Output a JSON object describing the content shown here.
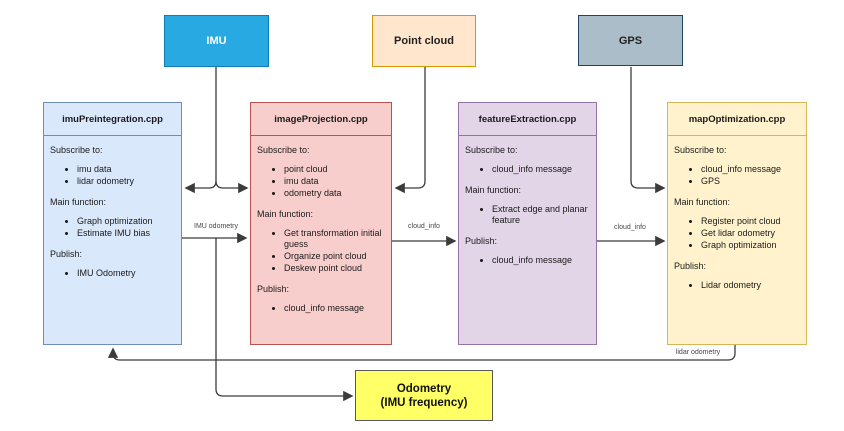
{
  "diagram": {
    "sources": [
      {
        "label": "IMU"
      },
      {
        "label": "Point cloud"
      },
      {
        "label": "GPS"
      }
    ],
    "modules": [
      {
        "title": "imuPreintegration.cpp",
        "sections": [
          {
            "label": "Subscribe to:",
            "items": [
              "imu data",
              "lidar odometry"
            ]
          },
          {
            "label": "Main function:",
            "items": [
              "Graph optimization",
              "Estimate IMU bias"
            ]
          },
          {
            "label": "Publish:",
            "items": [
              "IMU Odometry"
            ]
          }
        ]
      },
      {
        "title": "imageProjection.cpp",
        "sections": [
          {
            "label": "Subscribe to:",
            "items": [
              "point cloud",
              "imu data",
              "odometry data"
            ]
          },
          {
            "label": "Main function:",
            "items": [
              "Get transformation initial guess",
              "Organize point cloud",
              "Deskew point cloud"
            ]
          },
          {
            "label": "Publish:",
            "items": [
              "cloud_info message"
            ]
          }
        ]
      },
      {
        "title": "featureExtraction.cpp",
        "sections": [
          {
            "label": "Subscribe to:",
            "items": [
              "cloud_info message"
            ]
          },
          {
            "label": "Main function:",
            "items": [
              "Extract edge and planar feature"
            ]
          },
          {
            "label": "Publish:",
            "items": [
              "cloud_info message"
            ]
          }
        ]
      },
      {
        "title": "mapOptimization.cpp",
        "sections": [
          {
            "label": "Subscribe to:",
            "items": [
              "cloud_info message",
              "GPS"
            ]
          },
          {
            "label": "Main function:",
            "items": [
              "Register point cloud",
              "Get lidar odometry",
              "Graph optimization"
            ]
          },
          {
            "label": "Publish:",
            "items": [
              "Lidar odometry"
            ]
          }
        ]
      }
    ],
    "output_box": {
      "line1": "Odometry",
      "line2": "(IMU frequency)"
    },
    "edge_labels": {
      "imu_odometry": "IMU odometry",
      "cloud_info_1": "cloud_info",
      "cloud_info_2": "cloud_info",
      "lidar_odometry": "lidar odometry"
    },
    "colors": {
      "imu_fill": "#29a9e1",
      "imu_border": "#0f7cb4",
      "point_cloud_fill": "#ffe6cc",
      "point_cloud_border": "#d79b00",
      "gps_fill": "#abbdc9",
      "gps_border": "#23445d",
      "module_blue_fill": "#dae8fc",
      "module_blue_border": "#6c8ebf",
      "module_red_fill": "#f8cecc",
      "module_red_border": "#b85450",
      "module_purple_fill": "#e1d5e7",
      "module_purple_border": "#9673a6",
      "module_yellow_fill": "#fff2cc",
      "module_yellow_border": "#d6b656",
      "output_fill": "#ffff66",
      "output_border": "#595959",
      "connector": "#3b3b3b"
    }
  }
}
